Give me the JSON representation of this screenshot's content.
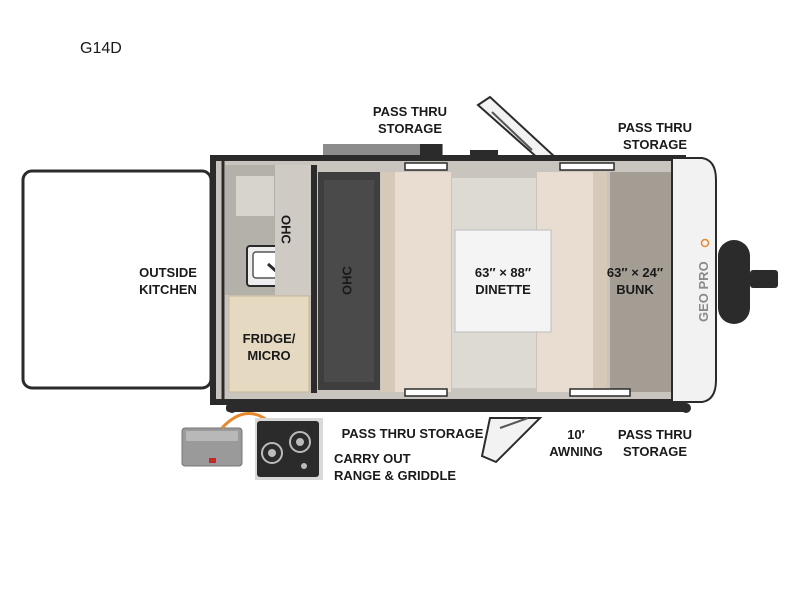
{
  "model": "G14D",
  "labels": {
    "pass_thru_storage_top_left": "PASS THRU\nSTORAGE",
    "pass_thru_storage_top_right": "PASS THRU\nSTORAGE",
    "outside_kitchen": "OUTSIDE\nKITCHEN",
    "ohc_vertical_1": "OHC",
    "ohc_vertical_2": "OHC",
    "fridge_micro": "FRIDGE/\nMICRO",
    "dinette": "63″ × 88″\nDINETTE",
    "bunk": "63″ × 24″\nBUNK",
    "pass_thru_storage_bottom": "PASS THRU STORAGE",
    "awning": "10′\nAWNING",
    "pass_thru_storage_bottom_right": "PASS THRU\nSTORAGE",
    "carry_out": "CARRY OUT\nRANGE & GRIDDLE"
  },
  "icons": [
    "sink-icon",
    "stovetop-icon",
    "griddle-icon",
    "spare-tire-icon"
  ],
  "colors": {
    "wall": "#2b2b2b",
    "floor": "#c9c4bd",
    "bench": "#e8ddd0",
    "counter": "#e6d9c2",
    "carpet": "#a39d94",
    "accent": "#e58a2c"
  }
}
